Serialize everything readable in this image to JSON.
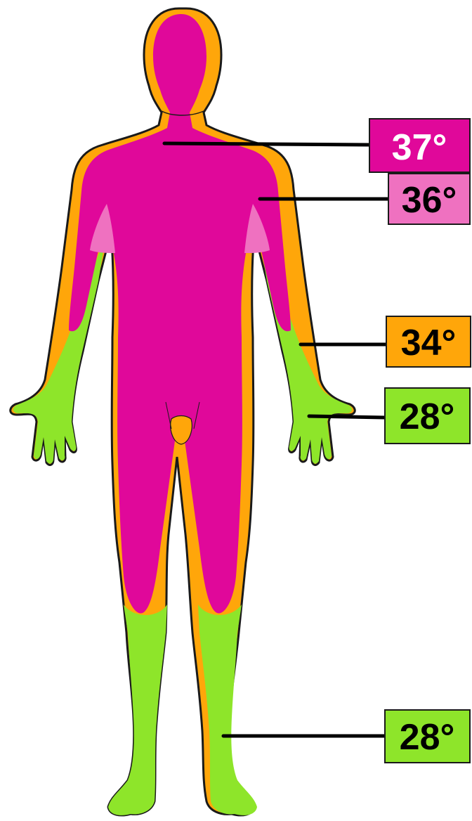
{
  "colors": {
    "core": "#e0089a",
    "core_light": "#ef71c0",
    "mid": "#ffa60a",
    "cool": "#8ee52a",
    "outline": "#1a1a1a",
    "leader": "#000000"
  },
  "labels": [
    {
      "id": "torso",
      "text": "37°",
      "bg": "#e0089a",
      "fg": "#ffffff"
    },
    {
      "id": "upper-arm",
      "text": "36°",
      "bg": "#ef71c0",
      "fg": "#000000"
    },
    {
      "id": "forearm",
      "text": "34°",
      "bg": "#ffa60a",
      "fg": "#000000"
    },
    {
      "id": "hand",
      "text": "28°",
      "bg": "#8ee52a",
      "fg": "#000000"
    },
    {
      "id": "foot",
      "text": "28°",
      "bg": "#8ee52a",
      "fg": "#000000"
    }
  ]
}
